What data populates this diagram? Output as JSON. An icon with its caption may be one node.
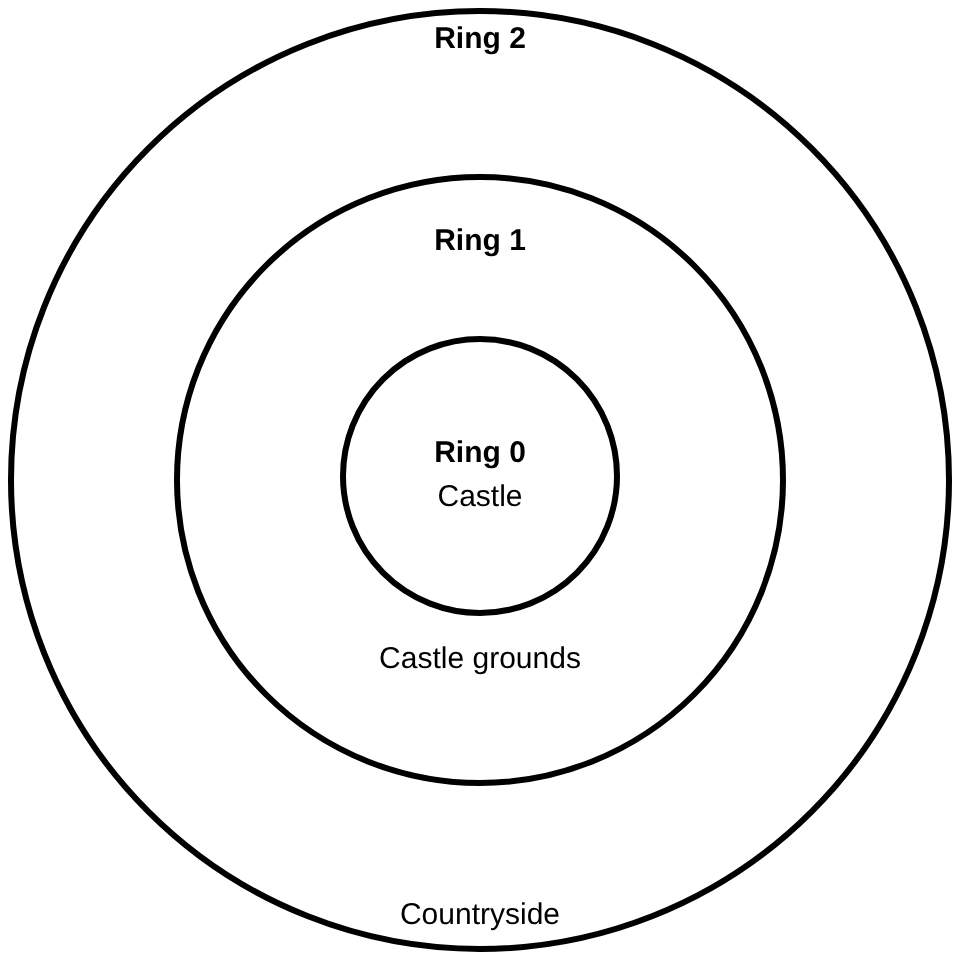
{
  "diagram": {
    "nodes": [
      {
        "text": [
          "Ring 2",
          "Countryside"
        ]
      },
      {
        "text": [
          "Ring 1",
          "Castle grounds"
        ],
        "in": 0
      },
      {
        "text": [
          "Ring 0",
          "Castle"
        ],
        "in": 1
      }
    ]
  }
}
